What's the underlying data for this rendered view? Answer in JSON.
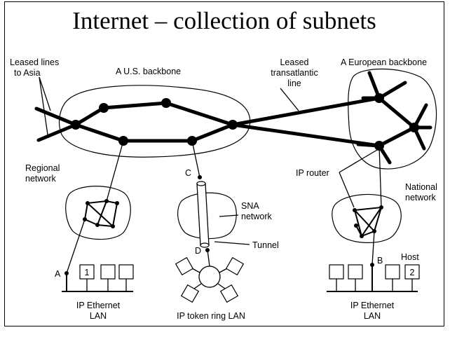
{
  "title": "Internet – collection of subnets",
  "labels": {
    "leased_lines_asia": [
      "Leased lines",
      "to Asia"
    ],
    "us_backbone": "A U.S. backbone",
    "leased_transatlantic": [
      "Leased",
      "transatlantic",
      "line"
    ],
    "european_backbone": "A European backbone",
    "regional_network": [
      "Regional",
      "network"
    ],
    "ip_router": "IP router",
    "national_network": [
      "National",
      "network"
    ],
    "sna_network": [
      "SNA",
      "network"
    ],
    "tunnel": "Tunnel",
    "point_c": "C",
    "point_d": "D",
    "point_a": "A",
    "point_b": "B",
    "host": "Host",
    "host_1": "1",
    "host_2": "2",
    "ip_ethernet_lan_left": [
      "IP Ethernet",
      "LAN"
    ],
    "ip_token_ring_lan": "IP token ring LAN",
    "ip_ethernet_lan_right": [
      "IP Ethernet",
      "LAN"
    ]
  }
}
